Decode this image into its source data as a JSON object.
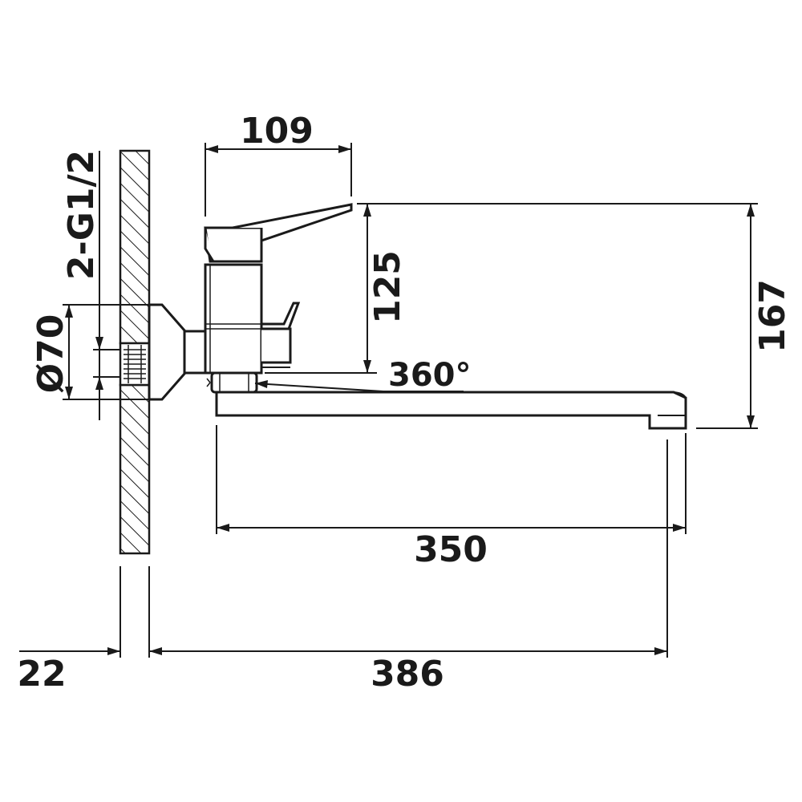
{
  "dimensions": {
    "handle_width": "109",
    "lever_height": "125",
    "total_height": "167",
    "rotation": "360°",
    "spout_length": "350",
    "wall_to_spout": "386",
    "wall_thickness": "22",
    "flange_diameter": "Ø70",
    "connection": "2-G1/2"
  },
  "colors": {
    "line": "#1a1a1a",
    "background": "#ffffff"
  }
}
